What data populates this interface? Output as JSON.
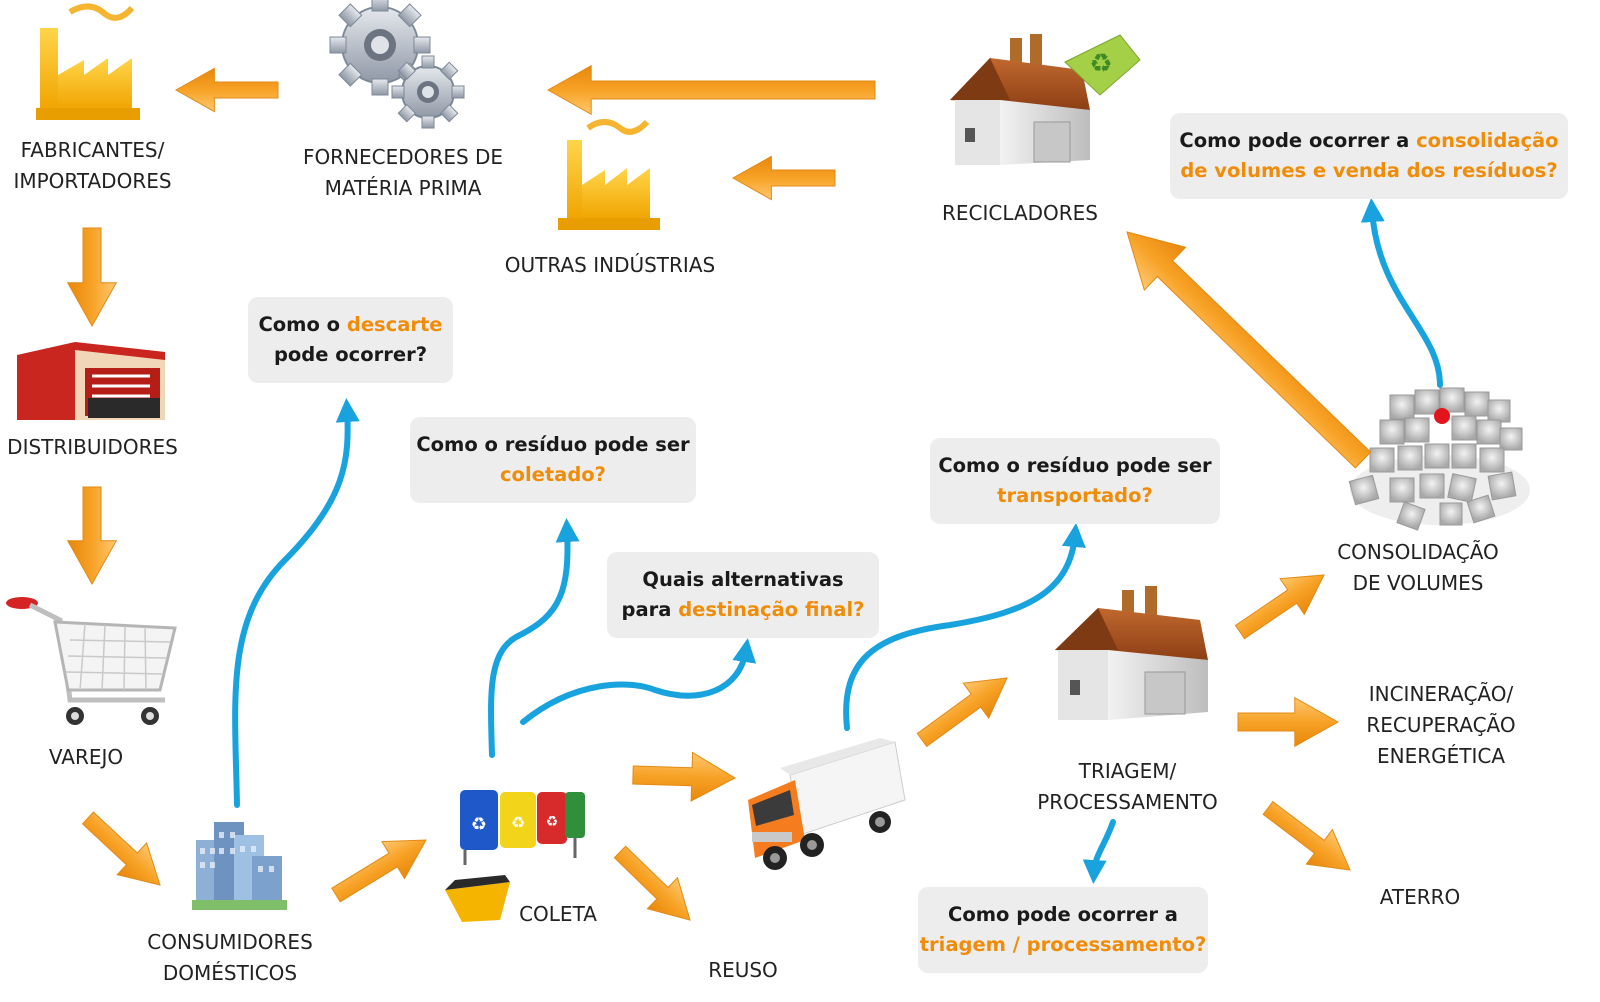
{
  "nodes": {
    "fabricantes": {
      "line1": "FABRICANTES/",
      "line2": "IMPORTADORES",
      "icon": "factory-icon"
    },
    "fornecedores": {
      "line1": "FORNECEDORES DE",
      "line2": "MATÉRIA PRIMA",
      "icon": "gears-icon"
    },
    "outras": {
      "line1": "OUTRAS INDÚSTRIAS",
      "icon": "factory-icon"
    },
    "recicladores": {
      "line1": "RECICLADORES",
      "icon": "recycling-plant-icon"
    },
    "distribuidores": {
      "line1": "DISTRIBUIDORES",
      "icon": "warehouse-icon"
    },
    "varejo": {
      "line1": "VAREJO",
      "icon": "shopping-cart-icon"
    },
    "consumidores": {
      "line1": "CONSUMIDORES",
      "line2": "DOMÉSTICOS",
      "icon": "buildings-icon"
    },
    "coleta": {
      "line1": "COLETA",
      "icon": "recycling-bins-icon"
    },
    "reuso": {
      "line1": "REUSO"
    },
    "triagem": {
      "line1": "TRIAGEM/",
      "line2": "PROCESSAMENTO",
      "icon": "processing-plant-icon"
    },
    "consolidacao": {
      "line1": "CONSOLIDAÇÃO",
      "line2": "DE VOLUMES",
      "icon": "cubes-icon"
    },
    "incineracao": {
      "line1": "INCINERAÇÃO/",
      "line2": "RECUPERAÇÃO",
      "line3": "ENERGÉTICA"
    },
    "aterro": {
      "line1": "ATERRO"
    },
    "truck": {
      "icon": "truck-icon"
    }
  },
  "questions": {
    "descarte": {
      "l1a": "Como o ",
      "l1b": "descarte",
      "l2a": "pode ocorrer?"
    },
    "coletado": {
      "l1a": "Como o resíduo pode ser",
      "l2b": "coletado?"
    },
    "destinacao": {
      "l1a": "Quais alternativas",
      "l2a": "para ",
      "l2b": "destinação final?"
    },
    "transportado": {
      "l1a": "Como o resíduo pode ser",
      "l2b": "transportado?"
    },
    "consolidacao": {
      "l1a": "Como pode ocorrer a ",
      "l1b": "consolidação",
      "l2b": "de volumes e venda dos resíduos?"
    },
    "triagem": {
      "l1a": "Como pode ocorrer a",
      "l2b": "triagem / processamento?"
    }
  },
  "colors": {
    "arrow": "#f5a623",
    "question_arrow": "#19a3de",
    "highlight": "#ef8d0a",
    "box": "#ededee"
  }
}
